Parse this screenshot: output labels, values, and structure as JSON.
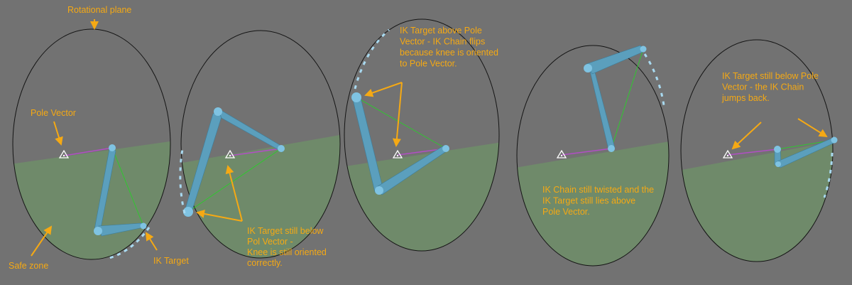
{
  "colors": {
    "background": "#727272",
    "safe_zone": "#6f8a6a",
    "annotation": "#f5a914",
    "bone": "#5b9fbd",
    "joint": "#7fc3e2",
    "pole_line": "#b14fc4",
    "target_line": "#2fc82f",
    "ellipse": "#141414"
  },
  "labels": {
    "rotational_plane": "Rotational plane",
    "pole_vector": "Pole Vector",
    "safe_zone": "Safe zone",
    "ik_target": "IK Target",
    "note2": [
      "IK Target still below",
      "Pol Vector  -",
      "Knee is still oriented",
      "correctly."
    ],
    "note3": [
      "IK Target above Pole",
      "Vector - IK Chain flips",
      "because knee is oriented",
      "to Pole Vector."
    ],
    "note4": [
      "IK Chain still twisted and the",
      "IK Target still lies above",
      "Pole Vector."
    ],
    "note5": [
      "IK Target still below Pole",
      "Vector - the IK Chain",
      "jumps back."
    ]
  }
}
